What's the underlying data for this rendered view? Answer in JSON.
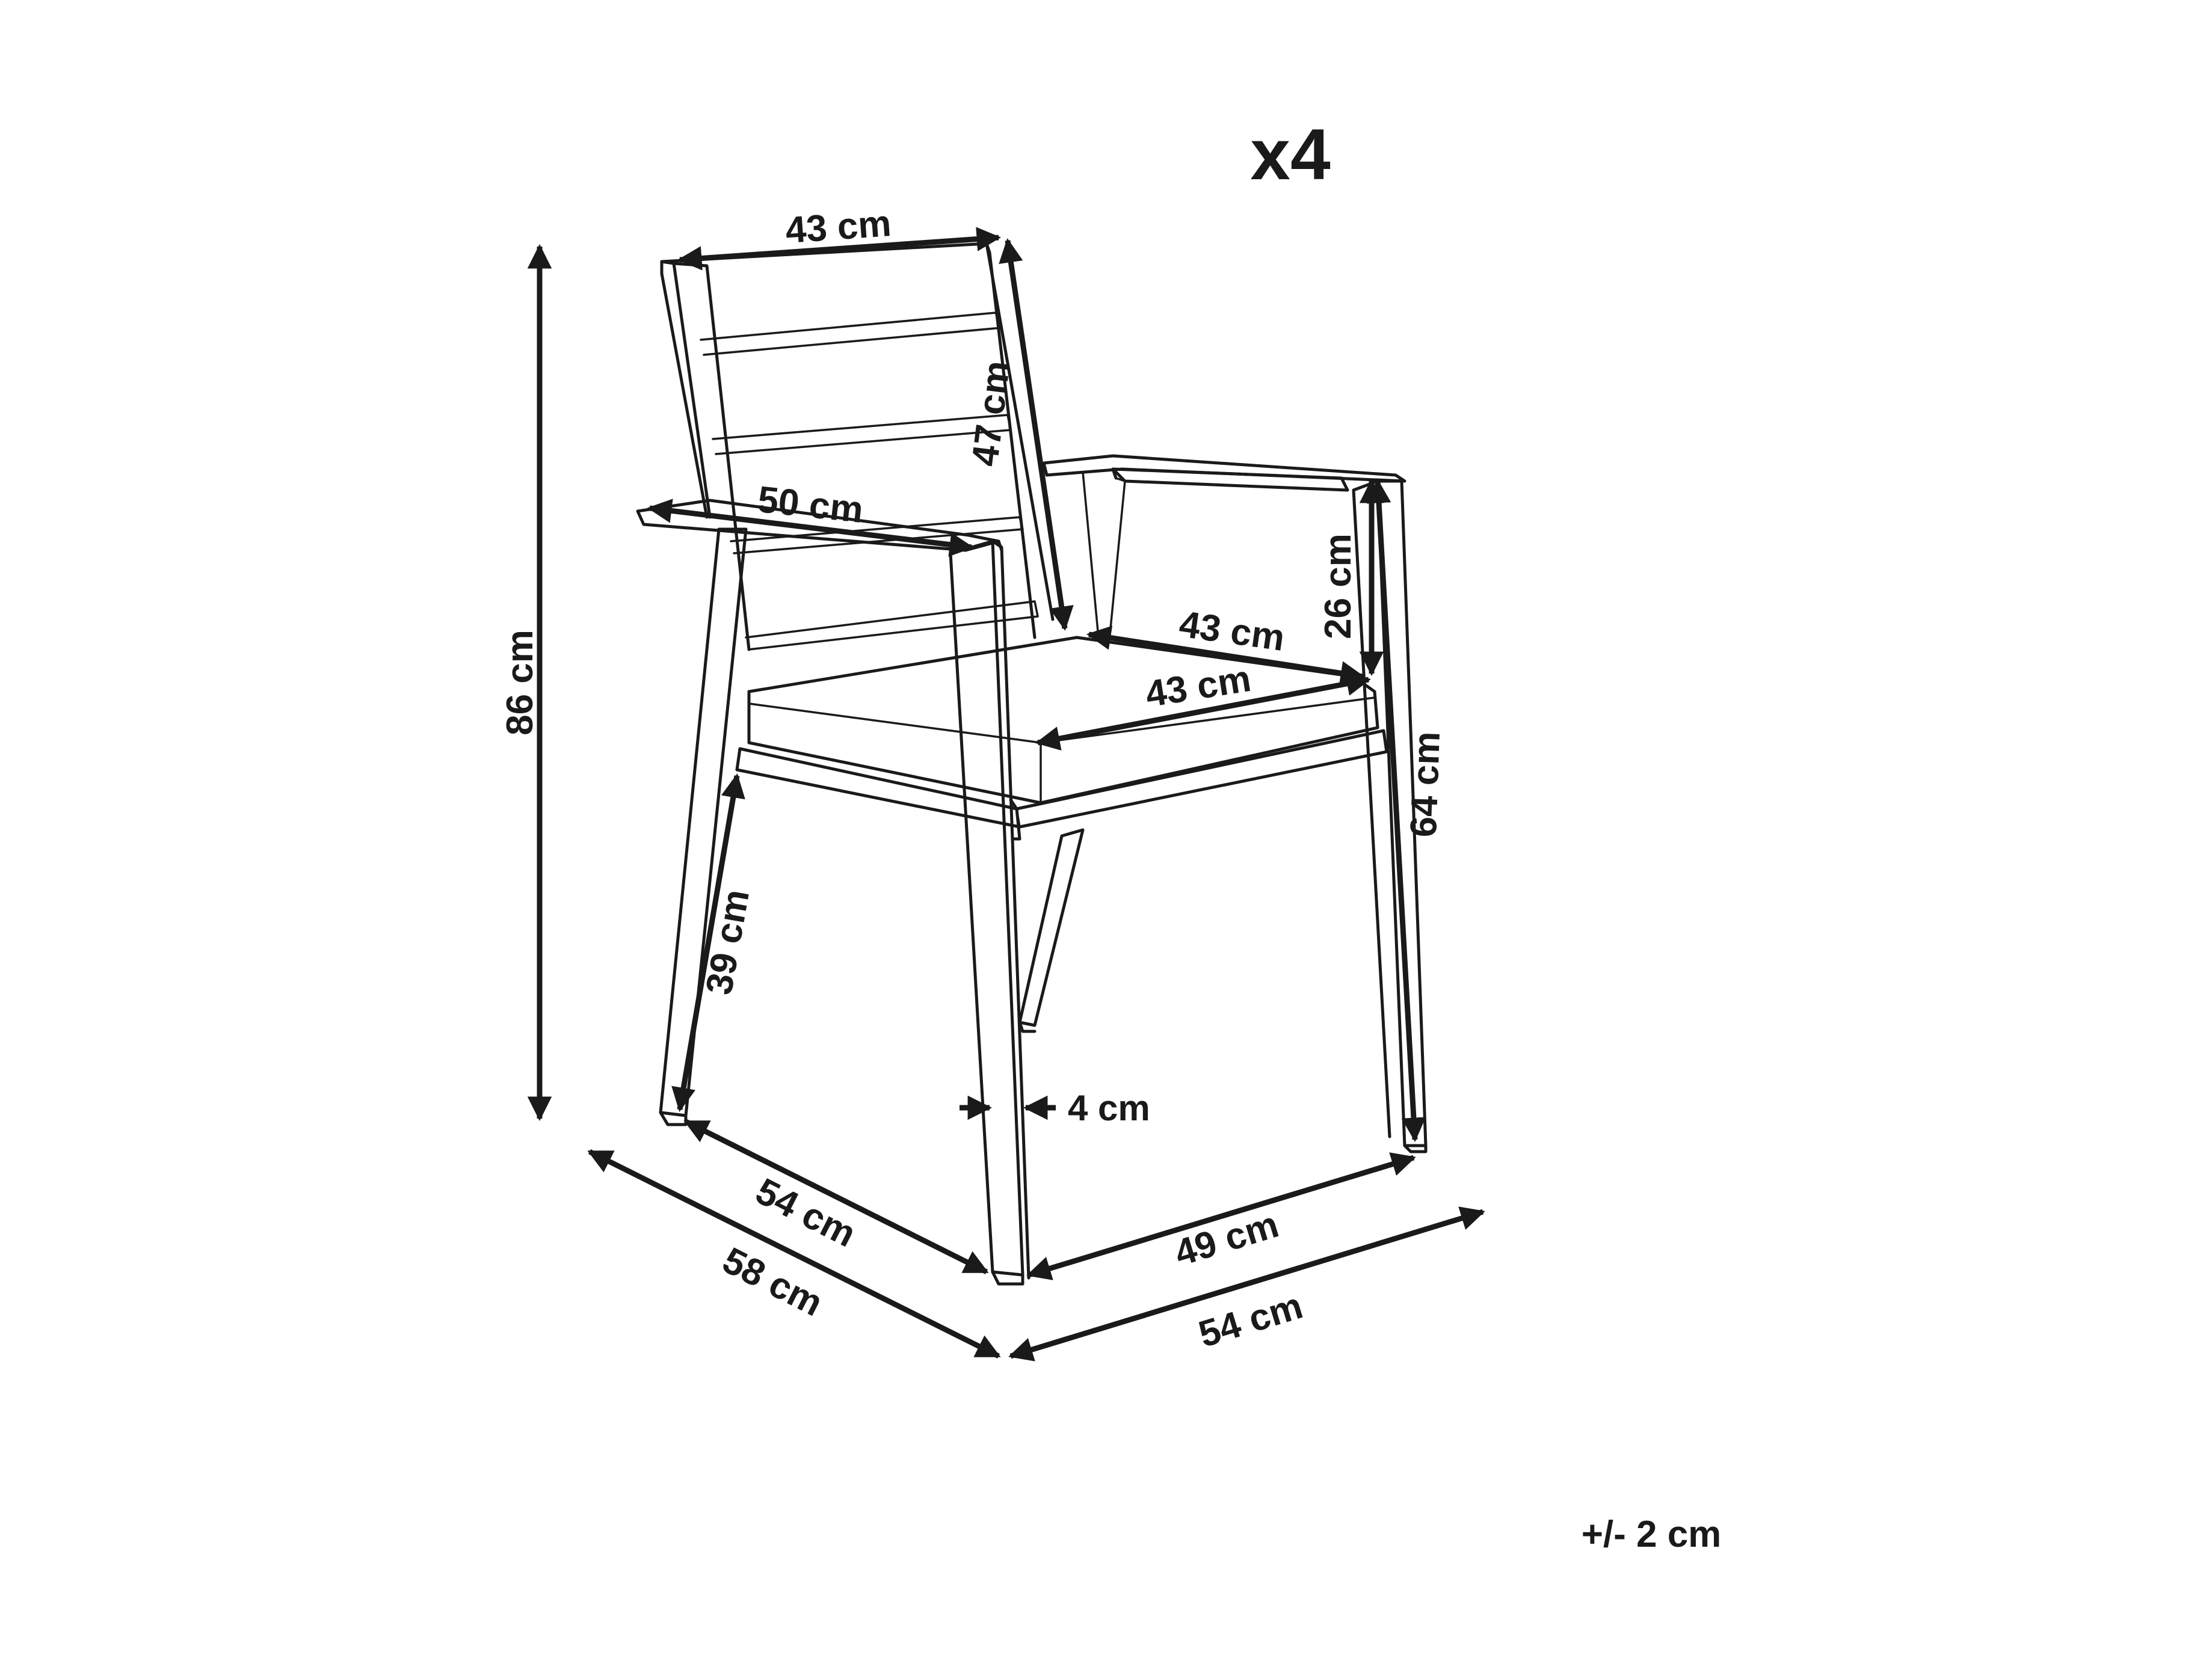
{
  "diagram": {
    "quantity_label": "x4",
    "tolerance_label": "+/- 2 cm",
    "dimensions": {
      "back_width": "43 cm",
      "back_height": "47 cm",
      "armrest_length": "50 cm",
      "total_height": "86 cm",
      "armrest_height": "26 cm",
      "seat_depth_top": "43 cm",
      "seat_width": "43 cm",
      "seat_height": "64 cm",
      "leg_height": "39 cm",
      "leg_thickness": "4 cm",
      "inner_depth": "54 cm",
      "outer_depth": "58 cm",
      "inner_width": "49 cm",
      "outer_width": "54 cm"
    }
  }
}
